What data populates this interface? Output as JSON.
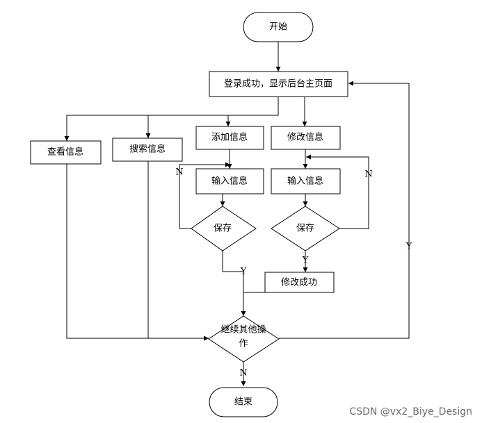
{
  "flowchart": {
    "start": "开始",
    "login": "登录成功，显示后台主页面",
    "view": "查看信息",
    "search": "搜索信息",
    "add": "添加信息",
    "modify": "修改信息",
    "input_add": "输入信息",
    "input_modify": "输入信息",
    "save_add": "保存",
    "save_modify": "保存",
    "modify_success": "修改成功",
    "continue_line1": "继续其他操",
    "continue_line2": "作",
    "end": "结束",
    "labels": {
      "save_add_no": "N",
      "save_add_yes": "Y",
      "save_modify_no": "N",
      "save_modify_yes": "Y",
      "continue_yes": "Y",
      "continue_no": "N"
    }
  },
  "watermark": "CSDN @vx2_Biye_Design"
}
